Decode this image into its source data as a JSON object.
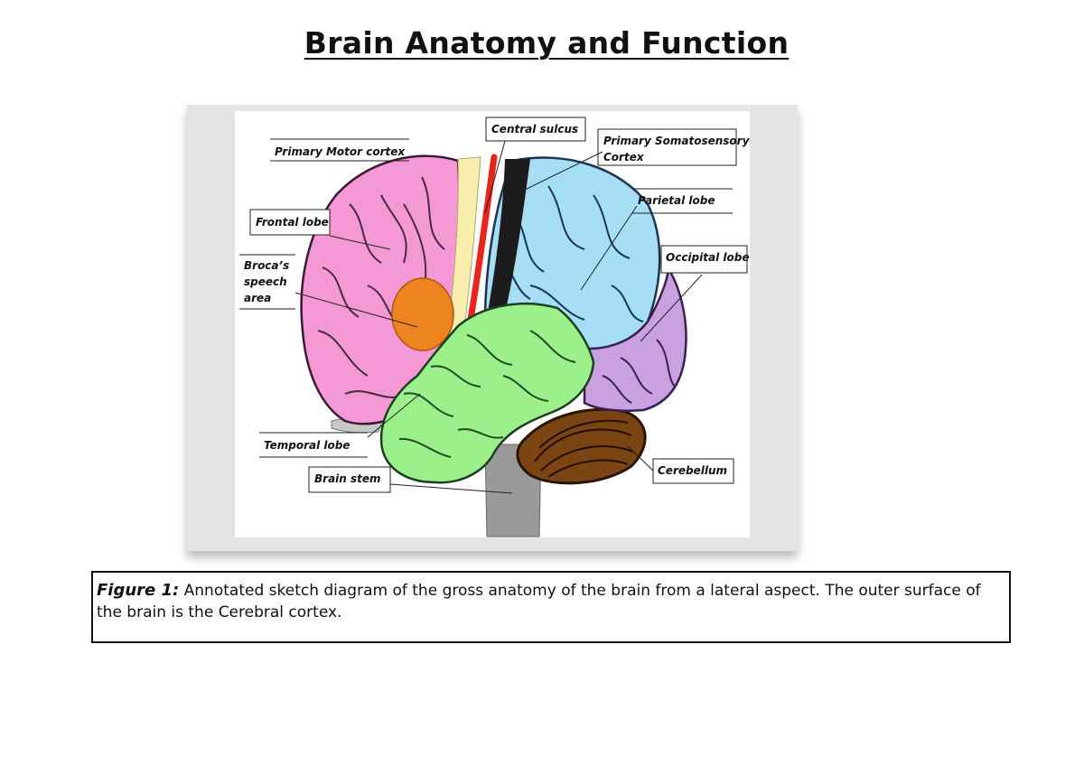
{
  "title": "Brain Anatomy and Function",
  "diagram": {
    "labels": {
      "primary_motor": "Primary Motor cortex",
      "central_sulcus": "Central sulcus",
      "somato_line1": "Primary Somatosensory",
      "somato_line2": "Cortex",
      "frontal": "Frontal lobe",
      "parietal": "Parietal lobe",
      "broca_line1": "Broca’s",
      "broca_line2": "speech",
      "broca_line3": "area",
      "occipital": "Occipital lobe",
      "temporal": "Temporal lobe",
      "brain_stem": "Brain stem",
      "cerebellum": "Cerebellum"
    },
    "colors": {
      "frontal": "#f598d6",
      "motor_strip": "#f7eeae",
      "central_sulcus_line": "#e8241c",
      "somatosensory_strip": "#1c1c1c",
      "parietal": "#a5def5",
      "occipital": "#c9a0e0",
      "temporal": "#9bf08c",
      "broca": "#ee8420",
      "cerebellum": "#7a4512",
      "brain_stem": "#9a9a9a"
    }
  },
  "caption": {
    "lead": "Figure 1:",
    "text": " Annotated sketch diagram of the gross anatomy of the brain from a lateral aspect. The outer surface of the brain is the Cerebral cortex."
  }
}
